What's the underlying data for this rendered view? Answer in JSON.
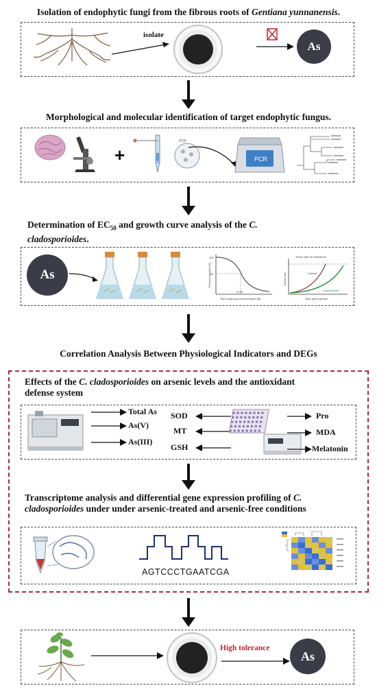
{
  "section1": {
    "title_prefix": "Isolation of endophytic fungi from the fibrous roots of ",
    "title_species": "Gentiana yunnanensis",
    "title_suffix": ".",
    "isolate_label": "isolate",
    "as_label": "As"
  },
  "section2": {
    "title": "Morphological and molecular identification of target endophytic fungus.",
    "plus": "+",
    "pcr_label": "PCR"
  },
  "section3": {
    "title_a": "Determination of EC",
    "title_sub": "50",
    "title_b": " and growth curve analysis of the ",
    "title_species1": "C.",
    "title_species2": "cladosporioides",
    "title_end": ".",
    "as_label": "As",
    "chart1_ylabel": "Percent survival (%)",
    "chart1_xlabel": "Test compound concentration (M)",
    "chart1_tick100": "100",
    "chart1_tick50": "50",
    "chart1_ec": "EC50",
    "chart2_top": "Tumor size for resections",
    "chart2_ylabel": "Tumor size",
    "chart2_xlabel": "Time post injection",
    "chart2_control": "Control",
    "chart2_experimental": "Experimental"
  },
  "section4": {
    "title": "Correlation Analysis Between Physiological Indicators and DEGs"
  },
  "section5": {
    "title_a": "Effects of the ",
    "title_species": "C. cladosporioides",
    "title_b": " on arsenic levels and the antioxidant",
    "title_line2": "defense system",
    "left_items": [
      "Total As",
      "As(V)",
      "As(III)"
    ],
    "mid_items": [
      "SOD",
      "MT",
      "GSH"
    ],
    "right_items": [
      "Pro",
      "MDA",
      "Melatonin"
    ]
  },
  "section6": {
    "title_a": "Transcriptome analysis and differential gene expression profiling of  ",
    "title_species1": "C.",
    "title_species2": "cladosporioides",
    "title_b": " under  under arsenic-treated and arsenic-free conditions",
    "sequence": "AGTCCCTGAATCGA"
  },
  "section7": {
    "high_tolerance": "High tolerance",
    "as_label": "As"
  },
  "colors": {
    "dashed_border": "#444444",
    "red_border": "#b3263a",
    "as_circle": "#3a3d47",
    "high_tolerance_text": "#c0262d",
    "sequence_line": "#1f2f6b"
  }
}
